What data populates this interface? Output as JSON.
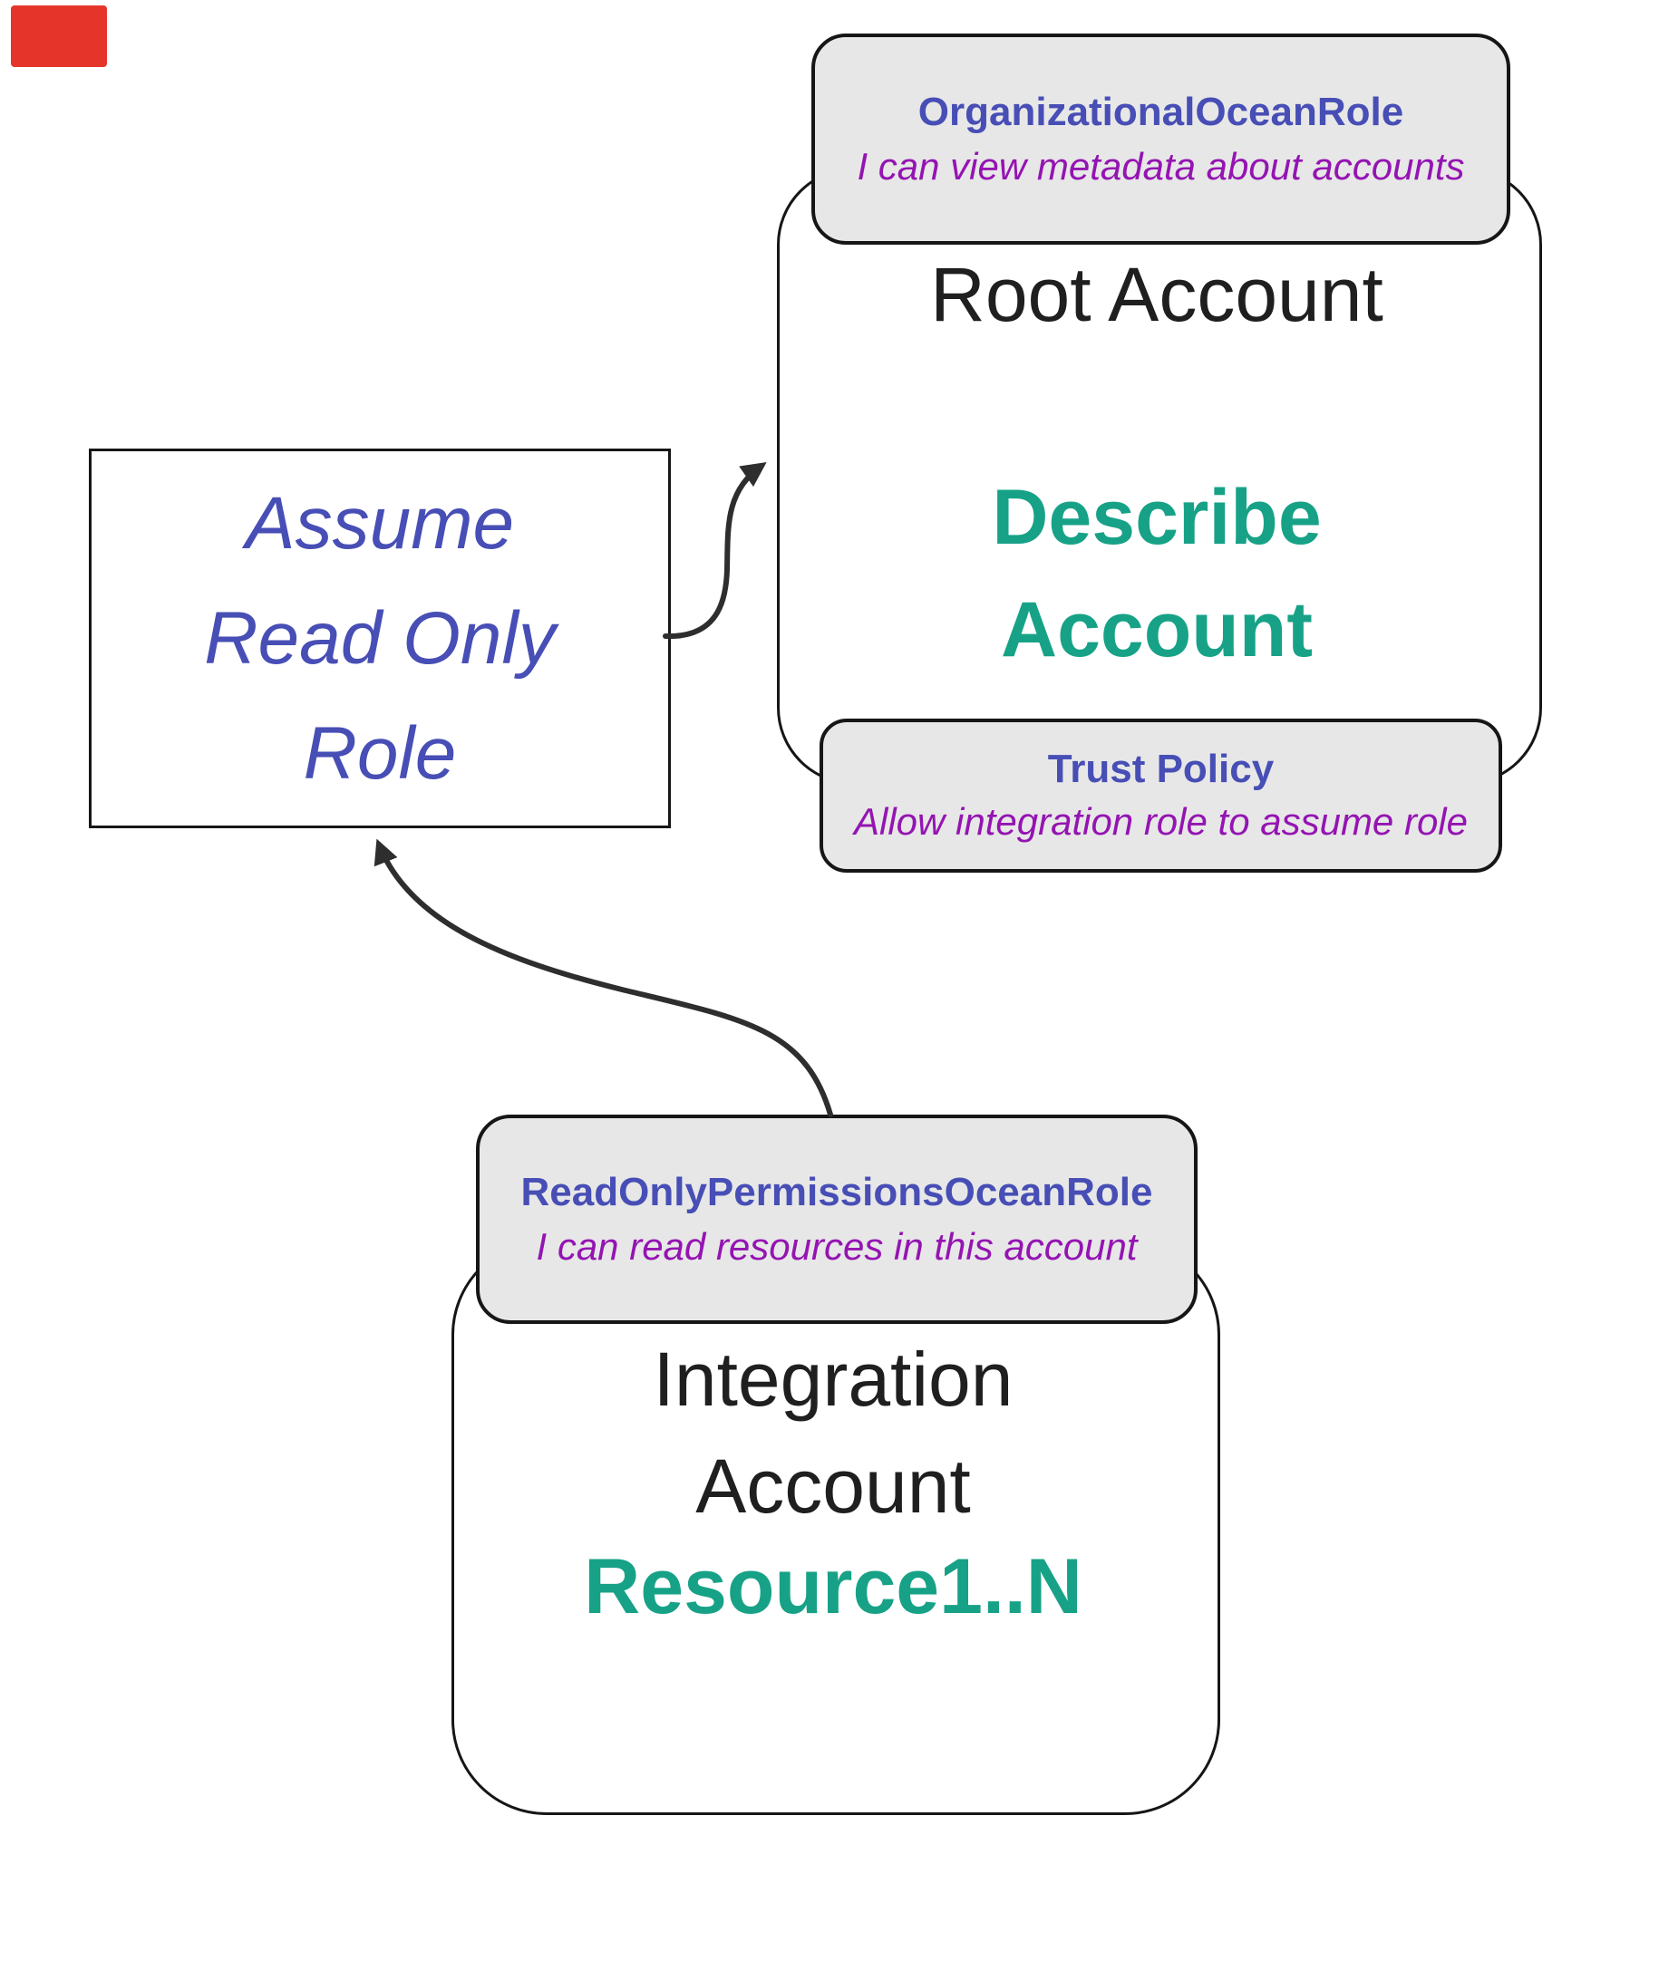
{
  "marker": {
    "color": "#e5352b"
  },
  "root_account": {
    "label_box": {
      "role_name": "OrganizationalOceanRole",
      "description": "I can view metadata about accounts"
    },
    "title": "Root Account",
    "action_lines": [
      "Describe",
      "Account"
    ],
    "trust_box": {
      "title": "Trust Policy",
      "description": "Allow integration role to assume role"
    }
  },
  "assume_role_box": {
    "lines": [
      "Assume",
      "Read Only",
      "Role"
    ]
  },
  "integration_account": {
    "label_box": {
      "role_name": "ReadOnlyPermissionsOceanRole",
      "description": "I can read resources in this account"
    },
    "title_lines": [
      "Integration",
      "Account"
    ],
    "resources": "Resource1..N"
  },
  "colors": {
    "role_name_blue": "#474eb5",
    "description_purple": "#9414b2",
    "action_green": "#17a287",
    "title_black": "#1f1f1f",
    "label_box_gray": "#e7e7e7",
    "border_black": "#161616",
    "arrow_gray": "#2e2e2e",
    "marker_red": "#e5352b",
    "background": "#ffffff"
  }
}
